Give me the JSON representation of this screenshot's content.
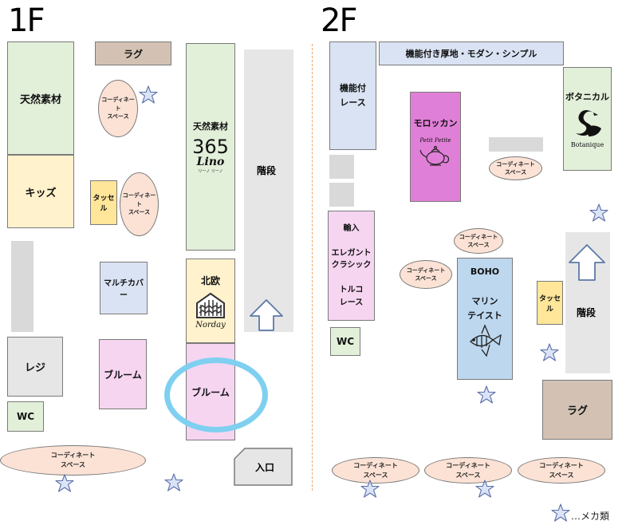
{
  "floors": {
    "first": "1F",
    "second": "2F"
  },
  "f1": {
    "natural_materials_left": "天然素材",
    "kids": "キッズ",
    "rug": "ラグ",
    "coord_space": "コーディネート\nスペース",
    "tassel": "タッセル",
    "natural_materials_center": "天然素材",
    "lino_logo_number": "365",
    "lino_logo_word": "Lino",
    "lino_logo_sub": "リーノ リーノ",
    "stairs": "階段",
    "multi_cover": "マルチカバー",
    "nordic": "北欧",
    "norday_logo": "Norday",
    "register": "レジ",
    "bloom_left": "ブルーム",
    "bloom_right": "ブルーム",
    "wc": "WC",
    "entrance": "入口"
  },
  "f2": {
    "functional_lace": "機能付\nレース",
    "functional_thick": "機能付き厚地・モダン・シンプル",
    "moroccan": "モロッカン",
    "moroccan_logo": "Petit Petite",
    "botanical": "ボタニカル",
    "botanique_logo": "Botanique",
    "imports": "輸入\n\nエレガント\nクラシック\n\nトルコ\nレース",
    "boho_title": "BOHO",
    "boho_sub": "マリン\nテイスト",
    "tassel": "タッセル",
    "stairs": "階段",
    "wc": "WC",
    "rug": "ラグ",
    "coord_space": "コーディネート\nスペース"
  },
  "legend": {
    "label": "…メカ類"
  },
  "colors": {
    "green": "#e2efd9",
    "yellow": "#fff2cc",
    "pink": "#f6d5f1",
    "blue": "#dae3f3",
    "gray": "#e7e6e6",
    "tan": "#d3c2b3",
    "magenta": "#e07fd8",
    "star": "#dbe4f7",
    "highlight": "#7fd0f0",
    "divider": "#f4a460"
  },
  "icons": {
    "star": "star-icon",
    "arrow": "up-arrow-icon",
    "swan": "swan-logo-icon",
    "teapot": "teapot-logo-icon",
    "fish": "angelfish-icon",
    "house": "norday-house-icon"
  }
}
